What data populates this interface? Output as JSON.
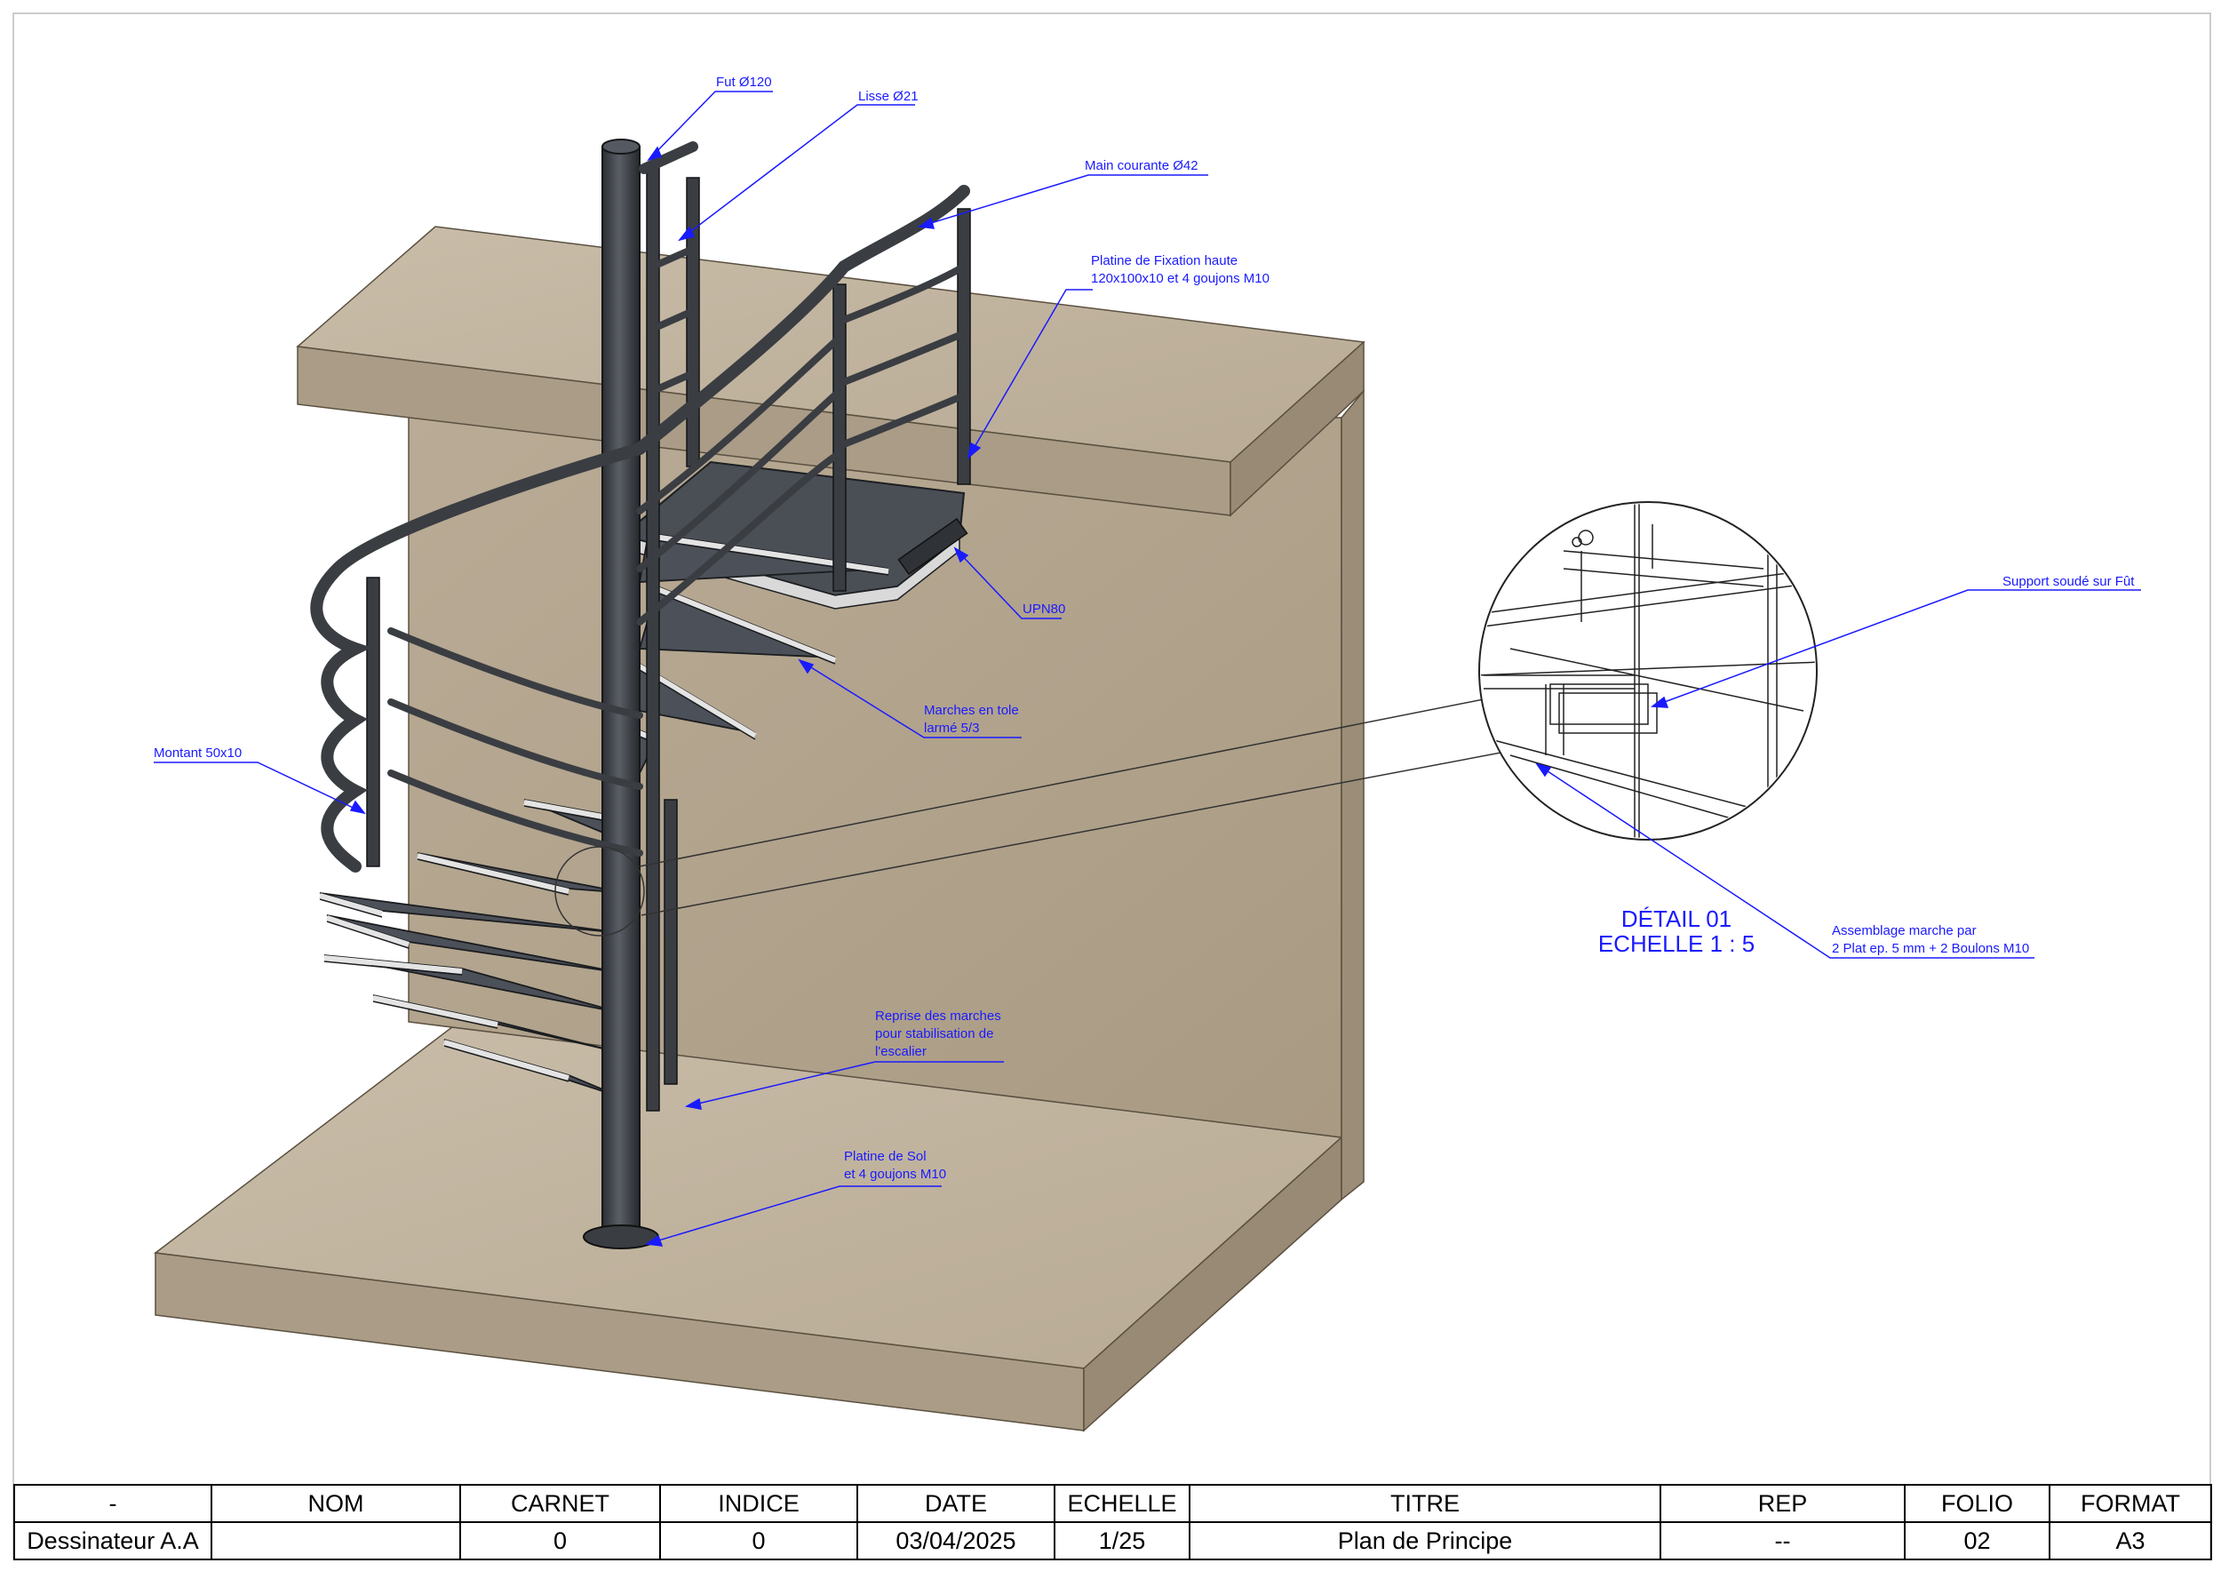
{
  "callouts": {
    "fut": "Fut Ø120",
    "lisse": "Lisse Ø21",
    "main_courante": "Main courante Ø42",
    "platine_haute_line1": "Platine de Fixation haute",
    "platine_haute_line2": "120x100x10 et 4 goujons M10",
    "upn": "UPN80",
    "marches_line1": "Marches en tole",
    "marches_line2": "larmé 5/3",
    "montant": "Montant 50x10",
    "reprise_line1": "Reprise des marches",
    "reprise_line2": "pour stabilisation de",
    "reprise_line3": "l'escalier",
    "platine_sol_line1": "Platine de Sol",
    "platine_sol_line2": "et 4 goujons M10",
    "support": "Support soudé sur Fût",
    "assemblage_line1": "Assemblage marche par",
    "assemblage_line2": "2 Plat ep. 5 mm + 2 Boulons M10"
  },
  "detail": {
    "title": "DÉTAIL 01",
    "scale": "ECHELLE 1 : 5"
  },
  "titleblock": {
    "headers": [
      "-",
      "NOM",
      "CARNET",
      "INDICE",
      "DATE",
      "ECHELLE",
      "TITRE",
      "REP",
      "FOLIO",
      "FORMAT"
    ],
    "values": [
      "Dessinateur A.A",
      "",
      "0",
      "0",
      "03/04/2025",
      "1/25",
      "Plan de Principe",
      "--",
      "02",
      "A3"
    ]
  },
  "colors": {
    "callout": "#1a1aff",
    "concrete": "#bdb09c",
    "steel": "#3a3d42"
  }
}
